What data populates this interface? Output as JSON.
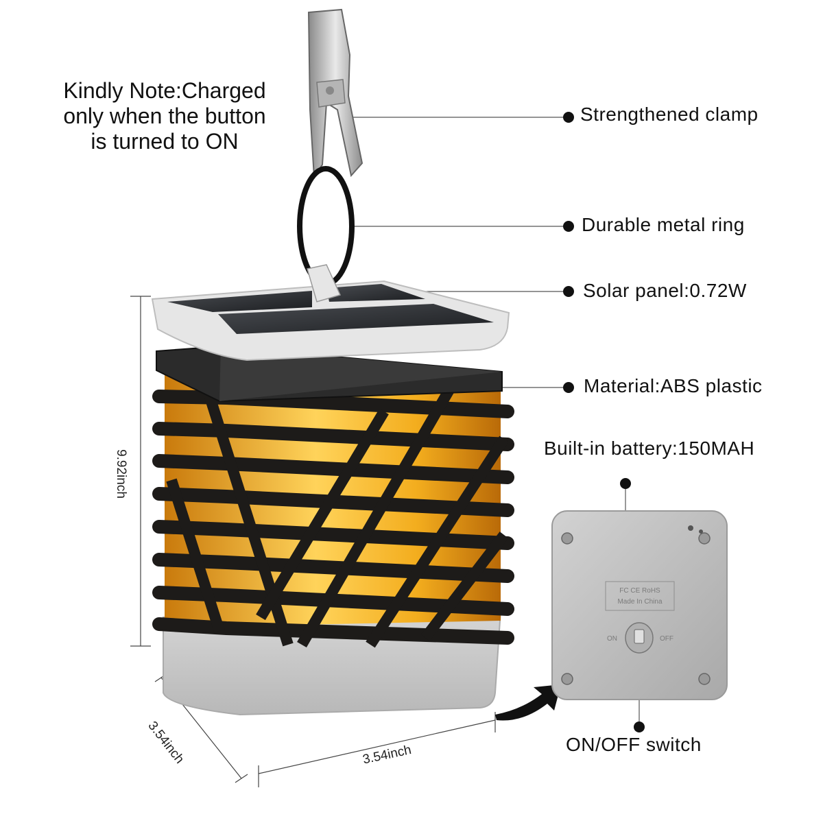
{
  "note": {
    "lines": [
      "Kindly Note:Charged",
      "only when the button",
      "is turned to ON"
    ]
  },
  "callouts": {
    "clamp": "Strengthened clamp",
    "ring": "Durable metal ring",
    "solar": "Solar panel:0.72W",
    "material": "Material:ABS plastic",
    "battery": "Built-in battery:150MAH",
    "switch": "ON/OFF switch"
  },
  "dimensions": {
    "height": "9.92inch",
    "depth": "3.54inch",
    "width": "3.54inch"
  },
  "bottom_markings": {
    "cert": "FC CE RoHS",
    "made": "Made In China",
    "on": "ON",
    "off": "OFF"
  },
  "colors": {
    "glow": "#f6b21c",
    "cage": "#1d1b19",
    "panel_frame": "#e6e6e6",
    "base": "#c9c9c9"
  }
}
